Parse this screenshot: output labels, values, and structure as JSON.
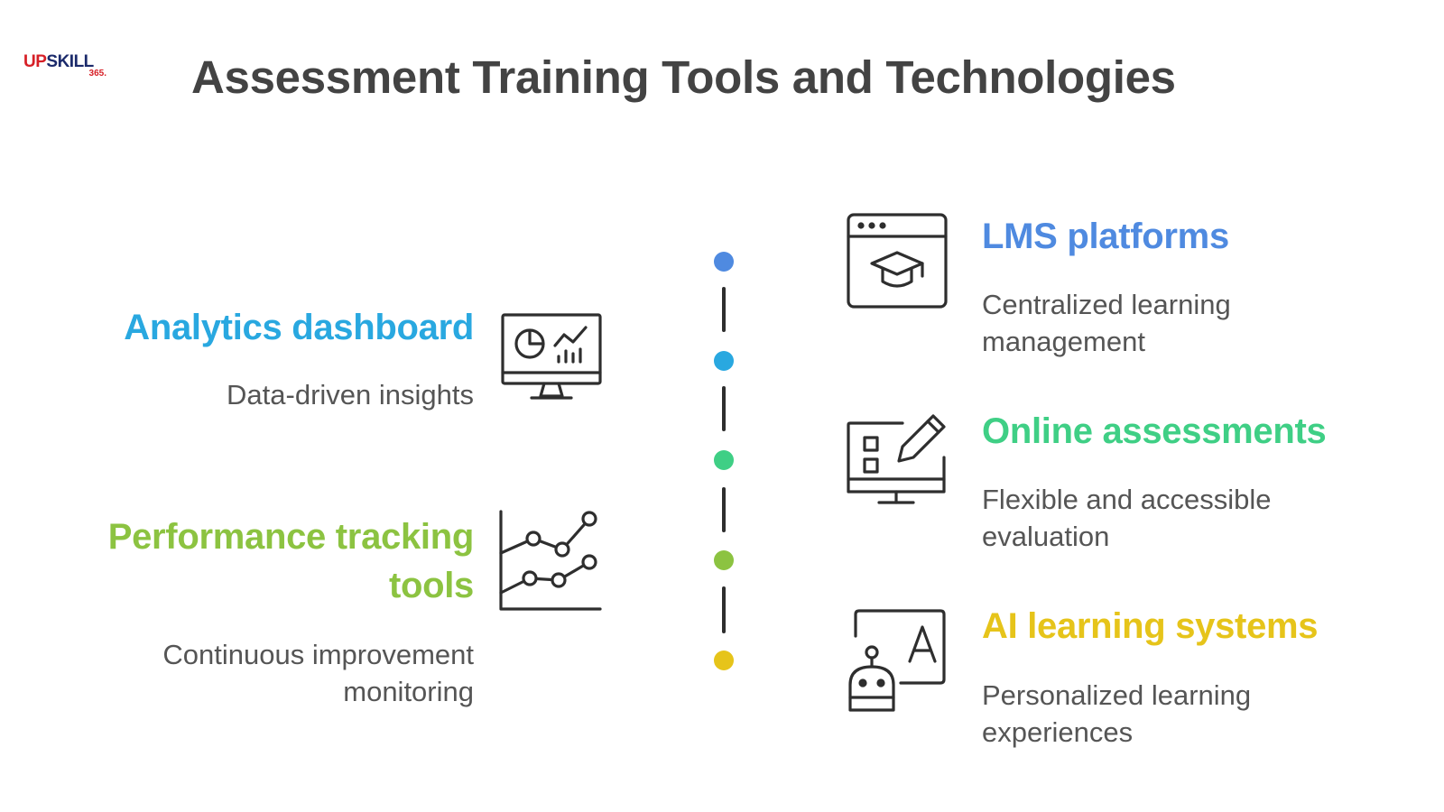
{
  "logo": {
    "main_red": "UP",
    "main_blue": "SKILL",
    "number": "365."
  },
  "title": "Assessment Training Tools and Technologies",
  "items": [
    {
      "id": "analytics",
      "title": "Analytics dashboard",
      "description": "Data-driven insights",
      "color": "#29a8e0",
      "icon": "monitor-chart-icon"
    },
    {
      "id": "performance",
      "title": "Performance tracking tools",
      "title_line1": "Performance tracking",
      "title_line2": "tools",
      "description": "Continuous improvement monitoring",
      "desc_line1": "Continuous improvement",
      "desc_line2": "monitoring",
      "color": "#8cc341",
      "icon": "line-graph-icon"
    },
    {
      "id": "lms",
      "title": "LMS platforms",
      "description": "Centralized learning management",
      "desc_line1": "Centralized learning",
      "desc_line2": "management",
      "color": "#4f8ae0",
      "icon": "graduation-cap-browser-icon"
    },
    {
      "id": "online",
      "title": "Online assessments",
      "description": "Flexible and accessible evaluation",
      "desc_line1": "Flexible and accessible",
      "desc_line2": "evaluation",
      "color": "#3fcf85",
      "icon": "checklist-pencil-monitor-icon"
    },
    {
      "id": "ai",
      "title": "AI learning systems",
      "description": "Personalized learning experiences",
      "desc_line1": "Personalized learning",
      "desc_line2": "experiences",
      "color": "#e6c41a",
      "icon": "robot-letter-icon"
    }
  ],
  "timeline_dot_colors": [
    "#4f8ae0",
    "#29a8e0",
    "#3fcf85",
    "#8cc341",
    "#e6c41a"
  ]
}
